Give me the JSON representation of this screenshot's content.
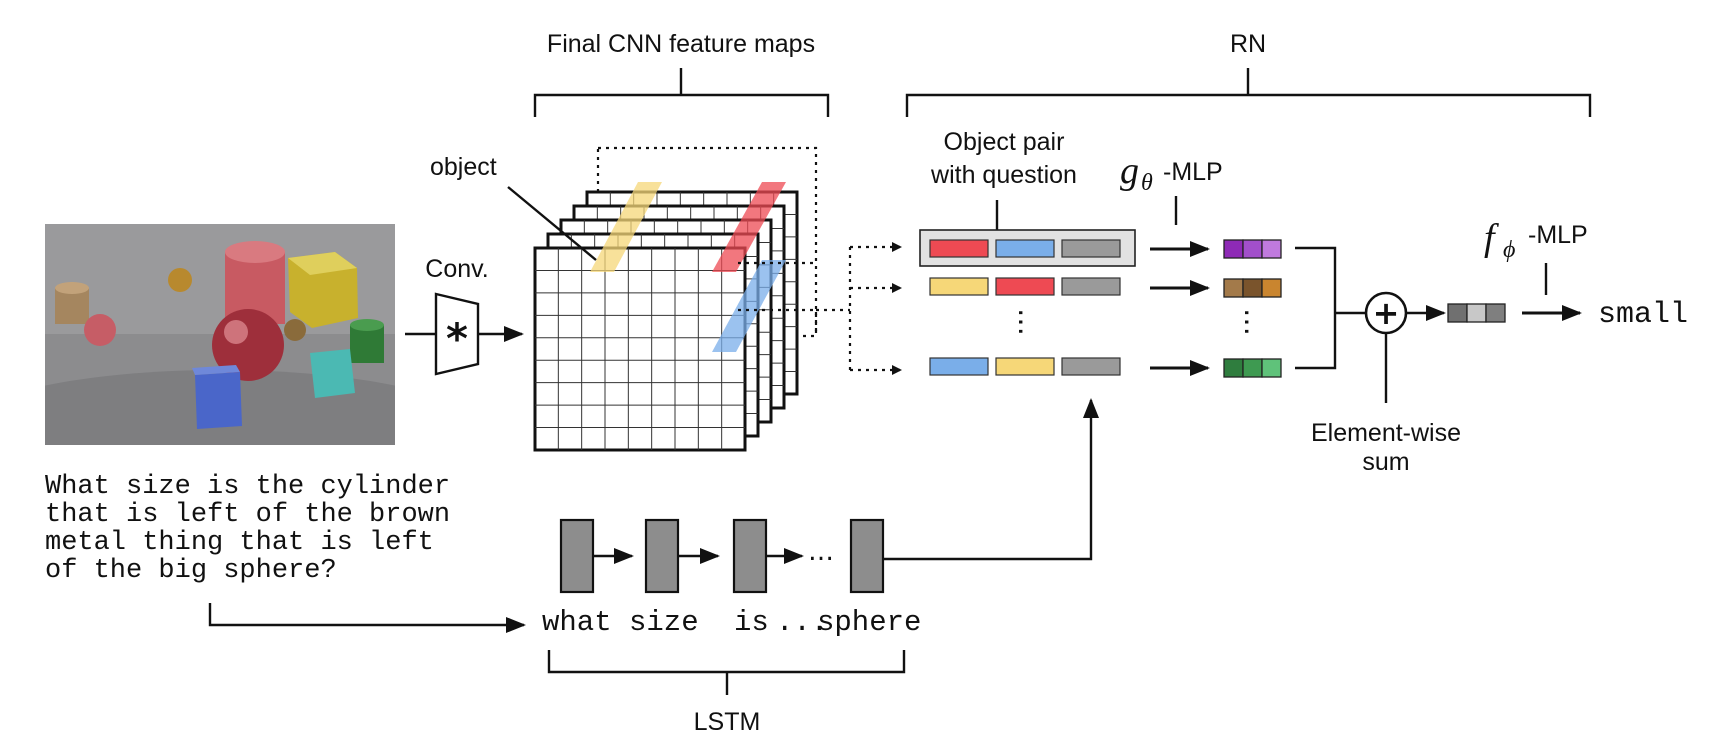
{
  "labels": {
    "cnn_brace": "Final CNN feature maps",
    "rn_brace": "RN",
    "object": "object",
    "conv": "Conv.",
    "pair_line1": "Object pair",
    "pair_line2": "with question",
    "g_symbol": "g",
    "g_subscript": "θ",
    "g_suffix": "-MLP",
    "f_symbol": "f",
    "f_subscript": "ϕ",
    "f_suffix": "-MLP",
    "sum_line1": "Element-wise",
    "sum_line2": "sum",
    "output": "small",
    "lstm": "LSTM",
    "conv_symbol": "*",
    "plus_symbol": "+",
    "ellipsis": "…"
  },
  "question": [
    "What size is the cylinder",
    "that is left of the brown",
    "metal thing that is left",
    "of the big sphere?"
  ],
  "lstm_words": {
    "w1": "what",
    "w2": "size",
    "w3": "is",
    "dots": "...",
    "w4": "sphere"
  },
  "colors": {
    "red": "#ee4a53",
    "blue": "#7aaee9",
    "yellow": "#f6d778",
    "gray": "#9a9a9a",
    "lstm_cell": "#8d8d8d",
    "pair_highlight": "#e2e2e2",
    "out_purple": [
      "#8e2ab6",
      "#a24fcb",
      "#c07ade"
    ],
    "out_brown": [
      "#a37a4a",
      "#7a542c",
      "#c9852f"
    ],
    "out_green": [
      "#2f7d3e",
      "#3e9a51",
      "#5fc27a"
    ],
    "final_gray": [
      "#707070",
      "#c8c8c8",
      "#7f7f7f"
    ]
  },
  "pair_rows": [
    [
      "red",
      "blue",
      "gray"
    ],
    [
      "yellow",
      "red",
      "gray"
    ],
    [
      "blue",
      "yellow",
      "gray"
    ]
  ]
}
